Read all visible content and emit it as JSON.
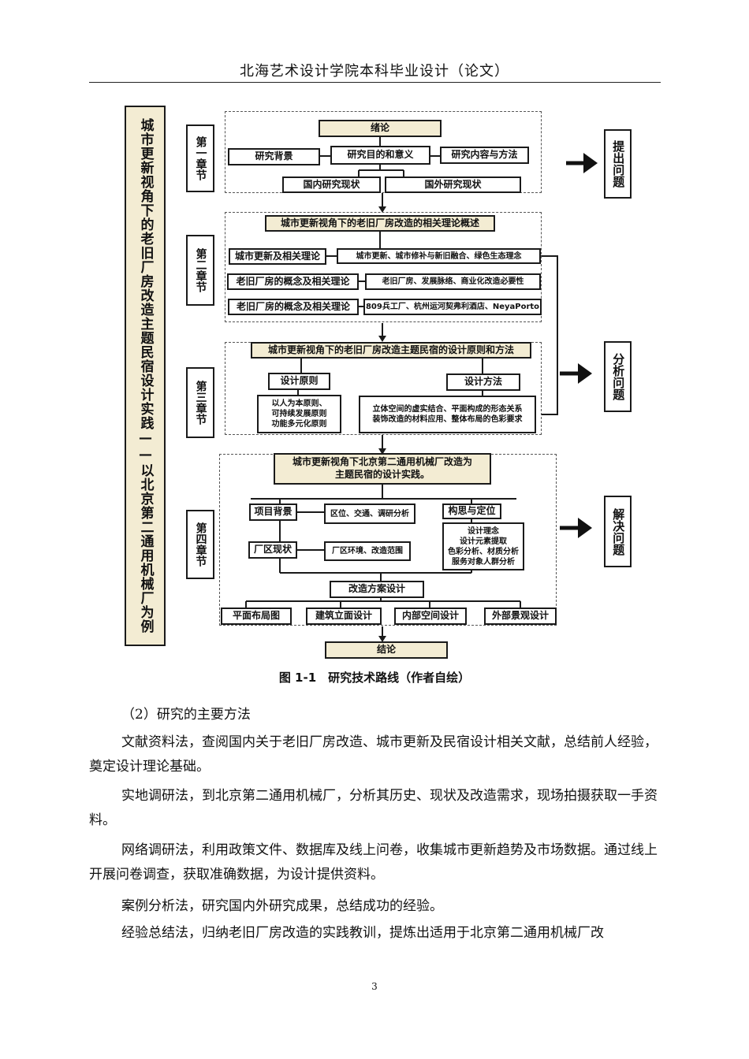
{
  "header": {
    "title": "北海艺术设计学院本科毕业设计（论文）"
  },
  "diagram": {
    "title_vertical": "城市更新视角下的老旧厂房改造主题民宿设计实践——以北京第二通用机械厂为例",
    "chapters": {
      "ch1": "第一章节",
      "ch2": "第二章节",
      "ch3": "第三章节",
      "ch4": "第四章节"
    },
    "ch1": {
      "intro": "绪论",
      "background": "研究背景",
      "purpose": "研究目的和意义",
      "content": "研究内容与方法",
      "domestic": "国内研究现状",
      "foreign": "国外研究现状"
    },
    "ch2": {
      "head": "城市更新视角下的老旧厂房改造的相关理论概述",
      "l1": "城市更新及相关理论",
      "r1": "城市更新、城市修补与新旧融合、绿色生态理念",
      "l2": "老旧厂房的概念及相关理论",
      "r2": "老旧厂房、发展脉络、商业化改造必要性",
      "l3": "老旧厂房的概念及相关理论",
      "r3": "809兵工厂、杭州运河契弗利酒店、NeyaPorto"
    },
    "ch3": {
      "head": "城市更新视角下的老旧厂房改造主题民宿的设计原则和方法",
      "principle": "设计原则",
      "method": "设计方法",
      "principle_items": [
        "以人为本原则、",
        "可持续发展原则",
        "功能多元化原则"
      ],
      "method_items": [
        "立体空间的虚实结合、平面构成的形态关系",
        "装饰改造的材料应用、整体布局的色彩要求"
      ]
    },
    "ch4": {
      "head_lines": [
        "城市更新视角下北京第二通用机械厂改造为",
        "主题民宿的设计实践。"
      ],
      "project_bg": "项目背景",
      "project_bg_detail": "区位、交通、调研分析",
      "site": "厂区现状",
      "site_detail": "厂区环境、改造范围",
      "concept": "构思与定位",
      "concept_items": [
        "设计理念",
        "设计元素提取",
        "色彩分析、材质分析",
        "服务对象人群分析"
      ],
      "scheme": "改造方案设计",
      "plan": "平面布局图",
      "facade": "建筑立面设计",
      "interior": "内部空间设计",
      "landscape": "外部景观设计"
    },
    "conclusion": "结论",
    "outcomes": {
      "raise": "提出问题",
      "analyze": "分析问题",
      "solve": "解决问题"
    }
  },
  "caption": "图 1-1　研究技术路线（作者自绘）",
  "body": {
    "section": "（2）研究的主要方法",
    "p1": "文献资料法，查阅国内关于老旧厂房改造、城市更新及民宿设计相关文献，总结前人经验，奠定设计理论基础。",
    "p2": "实地调研法，到北京第二通用机械厂，分析其历史、现状及改造需求，现场拍摄获取一手资料。",
    "p3": "网络调研法，利用政策文件、数据库及线上问卷，收集城市更新趋势及市场数据。通过线上开展问卷调查，获取准确数据，为设计提供资料。",
    "p4": "案例分析法，研究国内外研究成果，总结成功的经验。",
    "p5": "经验总结法，归纳老旧厂房改造的实践教训，提炼出适用于北京第二通用机械厂改"
  },
  "page_number": "3"
}
